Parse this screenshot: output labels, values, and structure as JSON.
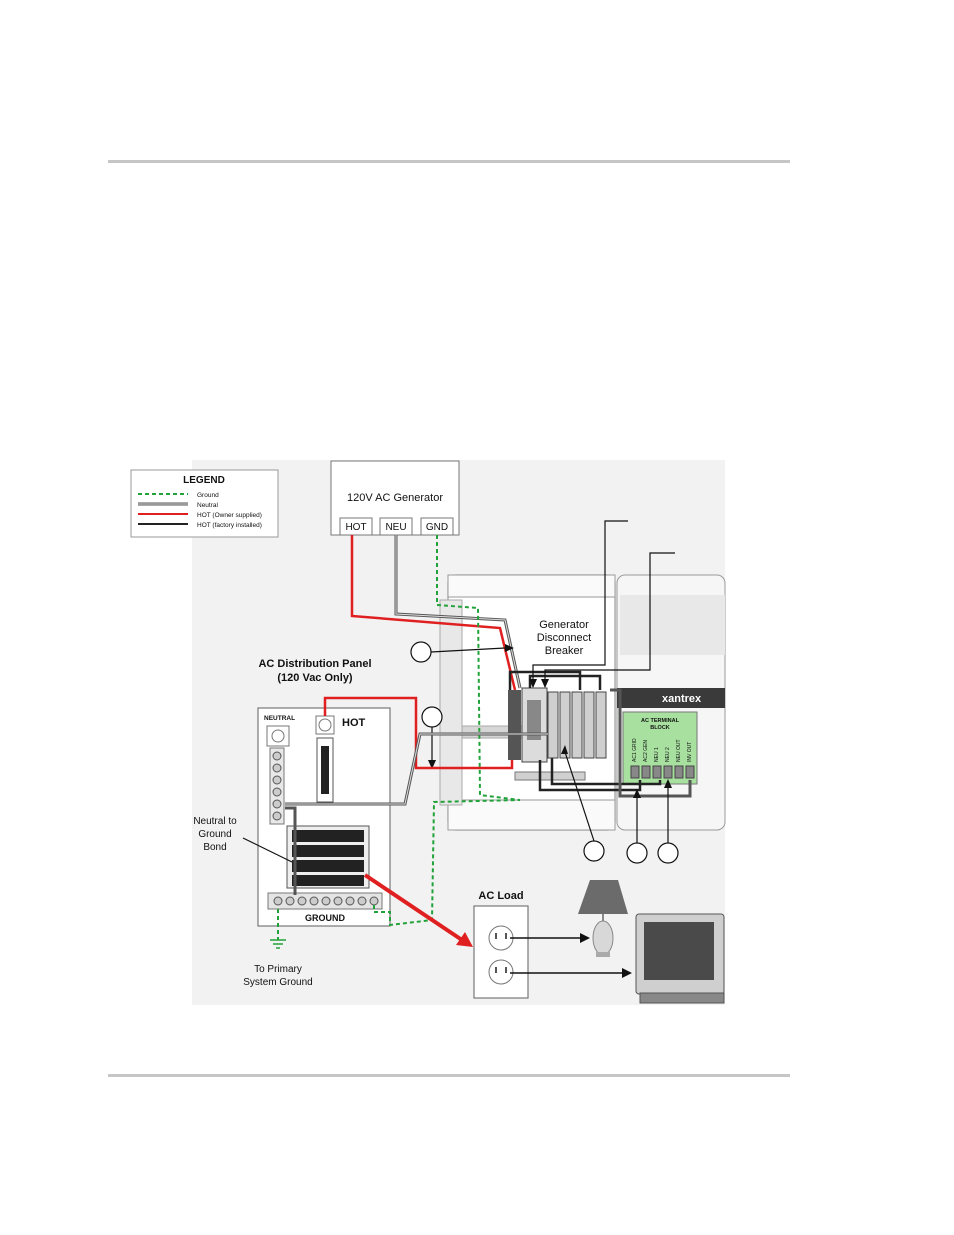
{
  "legend": {
    "title": "LEGEND",
    "items": [
      {
        "label": "Ground",
        "color": "#22a23a",
        "style": "dashed"
      },
      {
        "label": "Neutral",
        "color": "#555555",
        "style": "double"
      },
      {
        "label": "HOT (Owner supplied)",
        "color": "#e02020",
        "style": "solid"
      },
      {
        "label": "HOT (factory installed)",
        "color": "#222222",
        "style": "solid"
      }
    ]
  },
  "generator": {
    "title": "120V AC Generator",
    "terminals": [
      "HOT",
      "NEU",
      "GND"
    ]
  },
  "disconnect": {
    "label_lines": [
      "Generator",
      "Disconnect",
      "Breaker"
    ]
  },
  "panel": {
    "title_lines": [
      "AC Distribution Panel",
      "(120 Vac Only)"
    ],
    "neutral_label": "NEUTRAL",
    "hot_label": "HOT",
    "ground_label": "GROUND",
    "bond_label_lines": [
      "Neutral to",
      "Ground",
      "Bond"
    ]
  },
  "ground_note_lines": [
    "To Primary",
    "System Ground"
  ],
  "load": {
    "title": "AC Load"
  },
  "inverter": {
    "brand": "xantrex",
    "terminal_block_lines": [
      "AC TERMINAL",
      "BLOCK"
    ],
    "terminals": [
      "AC1 GRID",
      "AC2 GEN",
      "NEU 1",
      "NEU 2",
      "NEU OUT",
      "INV OUT"
    ]
  },
  "colors": {
    "ground": "#22a23a",
    "neutral": "#555555",
    "hot_owner": "#e02020",
    "hot_factory": "#222222",
    "terminal_green": "#a8e0a0",
    "rule": "#c6c6c6"
  }
}
